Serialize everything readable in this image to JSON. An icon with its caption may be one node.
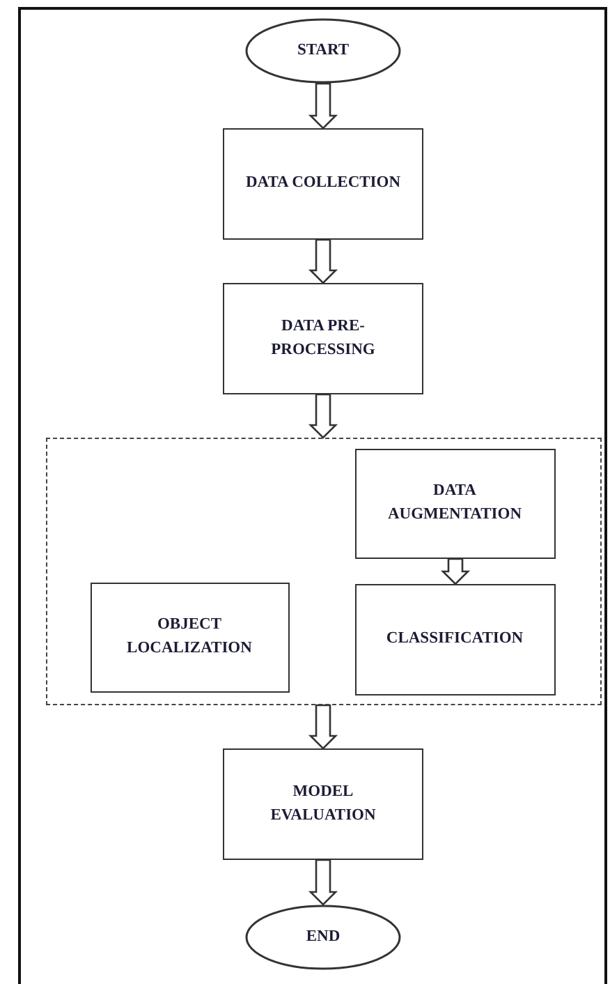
{
  "diagram": {
    "nodes": [
      {
        "text": [
          "START"
        ]
      },
      {
        "text": [
          "DATA COLLECTION"
        ]
      },
      {
        "text": [
          "DATA PRE-PROCESSING"
        ]
      },
      {
        "text": [],
        "shape": "box"
      },
      {
        "text": [
          "DATA AUGMENTATION"
        ],
        "in": 3
      },
      {
        "text": [
          "OBJECT LOCALIZATION"
        ],
        "in": 3
      },
      {
        "text": [
          "CLASSIFICATION"
        ],
        "in": 3
      },
      {
        "text": [
          "MODEL EVALUATION"
        ]
      },
      {
        "text": [
          "END"
        ]
      }
    ],
    "edges": [
      {
        "from": 0,
        "to": 1,
        "arrow": "to"
      },
      {
        "from": 1,
        "to": 2,
        "arrow": "to"
      },
      {
        "from": 2,
        "to": 3,
        "arrow": "to"
      },
      {
        "from": 4,
        "to": 6,
        "arrow": "to"
      },
      {
        "from": 3,
        "to": 7,
        "arrow": "to"
      },
      {
        "from": 7,
        "to": 8,
        "arrow": "to"
      }
    ]
  }
}
